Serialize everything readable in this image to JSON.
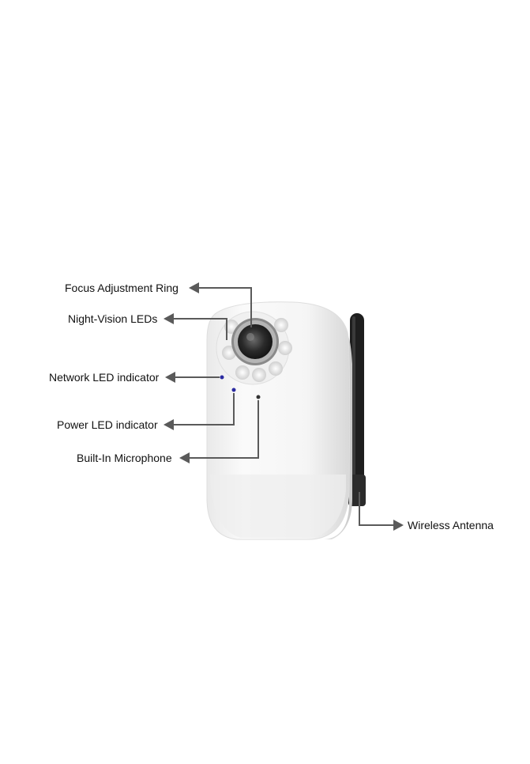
{
  "callouts": {
    "focus_ring": "Focus Adjustment Ring",
    "night_vision": "Night-Vision LEDs",
    "network_led": "Network LED indicator",
    "power_led": "Power LED indicator",
    "microphone": "Built-In Microphone",
    "antenna": "Wireless Antenna"
  },
  "colors": {
    "leader_line": "#5a5a5a",
    "camera_body": "#f4f4f4",
    "antenna": "#1e1e1e",
    "led_indicator": "#2a2aa0"
  }
}
